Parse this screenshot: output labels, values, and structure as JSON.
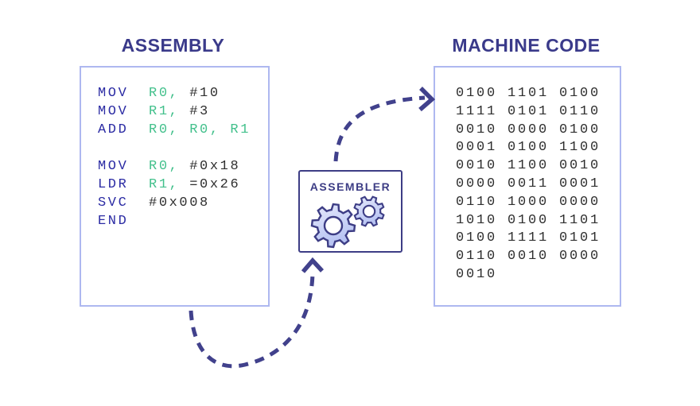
{
  "colors": {
    "title-navy": "#3a3a8a",
    "deep-navy": "#3d3d85",
    "op-blue": "#2c2ca4",
    "reg-green": "#43c08c",
    "code-dark": "#2f2f2f",
    "panel-border": "#aeb8f0",
    "arrow": "#41418c",
    "gear-fill-light": "#e6eafc",
    "gear-fill-dark": "#b6c2f2"
  },
  "assembly": {
    "title": "ASSEMBLY",
    "code_lines": [
      [
        {
          "t": "MOV",
          "c": "op"
        },
        {
          "t": "  ",
          "c": ""
        },
        {
          "t": "R0,",
          "c": "reg"
        },
        {
          "t": " ",
          "c": ""
        },
        {
          "t": "#10",
          "c": "lit"
        }
      ],
      [
        {
          "t": "MOV",
          "c": "op"
        },
        {
          "t": "  ",
          "c": ""
        },
        {
          "t": "R1,",
          "c": "reg"
        },
        {
          "t": " ",
          "c": ""
        },
        {
          "t": "#3",
          "c": "lit"
        }
      ],
      [
        {
          "t": "ADD",
          "c": "op"
        },
        {
          "t": "  ",
          "c": ""
        },
        {
          "t": "R0, R0, R1",
          "c": "reg"
        }
      ],
      [],
      [
        {
          "t": "MOV",
          "c": "op"
        },
        {
          "t": "  ",
          "c": ""
        },
        {
          "t": "R0,",
          "c": "reg"
        },
        {
          "t": " ",
          "c": ""
        },
        {
          "t": "#0x18",
          "c": "lit"
        }
      ],
      [
        {
          "t": "LDR",
          "c": "op"
        },
        {
          "t": "  ",
          "c": ""
        },
        {
          "t": "R1,",
          "c": "reg"
        },
        {
          "t": " ",
          "c": ""
        },
        {
          "t": "=0x26",
          "c": "lit"
        }
      ],
      [
        {
          "t": "SVC",
          "c": "op"
        },
        {
          "t": "  ",
          "c": ""
        },
        {
          "t": "#0x008",
          "c": "lit"
        }
      ],
      [
        {
          "t": "END",
          "c": "op"
        }
      ]
    ]
  },
  "assembler": {
    "label": "ASSEMBLER"
  },
  "machine_code": {
    "title": "MACHINE CODE",
    "rows": [
      "0100 1101 0100",
      "1111 0101 0110",
      "0010 0000 0100",
      "0001 0100 1100",
      "0010 1100 0010",
      "0000 0011 0001",
      "0110 1000 0000",
      "1010 0100 1101",
      "0100 1111 0101",
      "0110 0010 0000",
      "0010"
    ]
  }
}
